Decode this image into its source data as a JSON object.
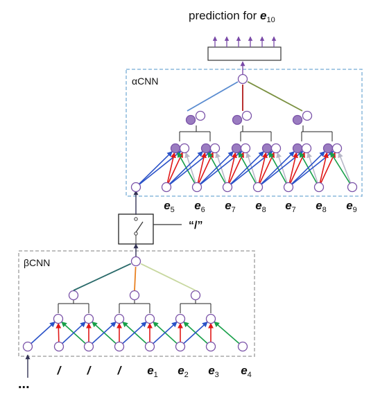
{
  "title": {
    "prefix": "prediction for ",
    "var": "e",
    "sub": "10"
  },
  "alpha_label": "αCNN",
  "beta_label": "βCNN",
  "switch_label": "“/”",
  "dots": "...",
  "alpha_inputs": [
    {
      "var": "e",
      "sub": "5"
    },
    {
      "var": "e",
      "sub": "6"
    },
    {
      "var": "e",
      "sub": "7"
    },
    {
      "var": "e",
      "sub": "8"
    },
    {
      "var": "e",
      "sub": "7"
    },
    {
      "var": "e",
      "sub": "8"
    },
    {
      "var": "e",
      "sub": "9"
    }
  ],
  "beta_inputs": [
    {
      "var": "/",
      "sub": ""
    },
    {
      "var": "/",
      "sub": ""
    },
    {
      "var": "/",
      "sub": ""
    },
    {
      "var": "e",
      "sub": "1"
    },
    {
      "var": "e",
      "sub": "2"
    },
    {
      "var": "e",
      "sub": "3"
    },
    {
      "var": "e",
      "sub": "4"
    }
  ],
  "colors": {
    "node_stroke": "#7a52a8",
    "node_fill_dark": "#9a7cc0",
    "blue": "#2a52c8",
    "red": "#e01818",
    "green": "#18a04a",
    "gray": "#b8b8c8",
    "box": "#8ab8dc",
    "box_beta": "#a8a8a8",
    "top_left_line": "#5a8cd0",
    "top_right_line": "#7a9040",
    "top_mid_line": "#b01818",
    "beta_left_line": "#2a6a6a",
    "beta_mid_line": "#e88020",
    "beta_right_line": "#c8d8a0",
    "arrow_purple": "#7a4aa8"
  }
}
